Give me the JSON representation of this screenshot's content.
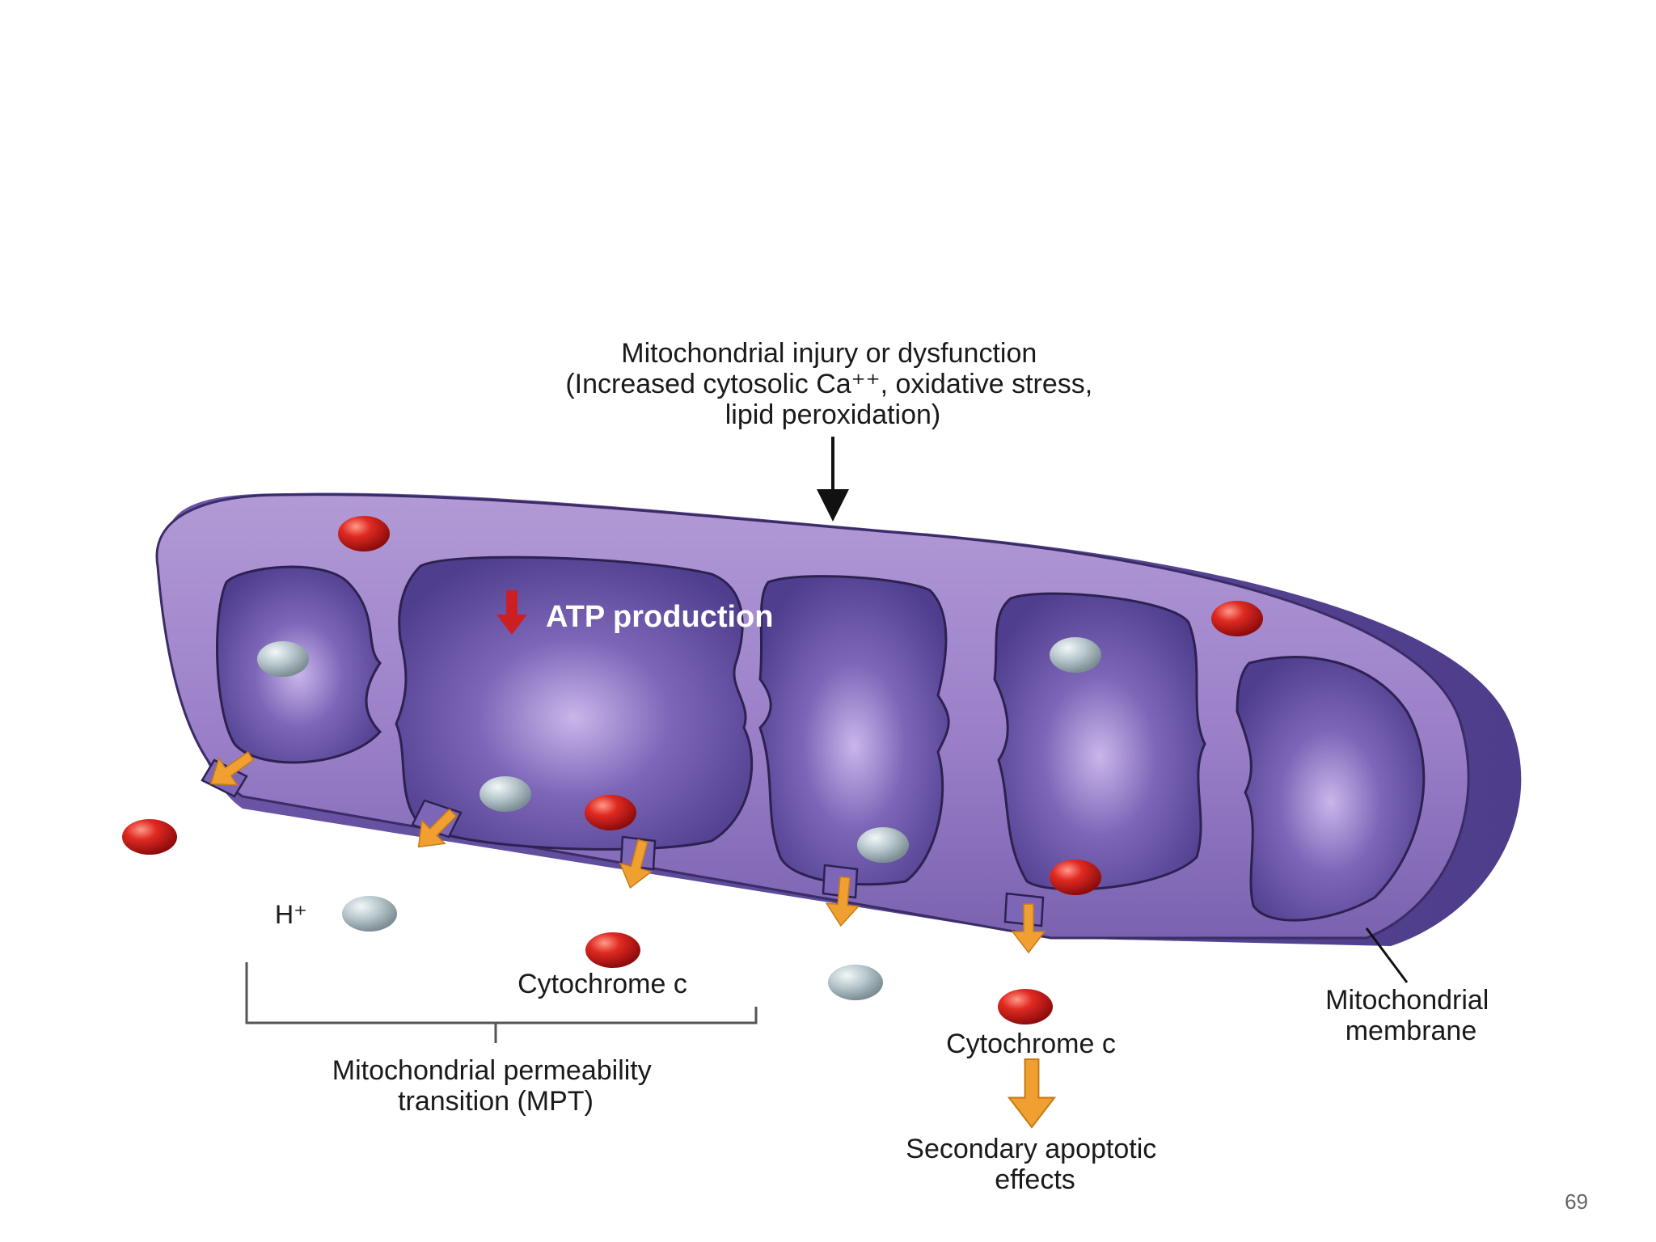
{
  "slide": {
    "page_number": "69"
  },
  "diagram": {
    "top_label": [
      "Mitochondrial injury or dysfunction",
      "(Increased cytosolic Ca⁺⁺, oxidative stress,",
      "lipid peroxidation)"
    ],
    "atp_label": "ATP production",
    "h_plus_label": "H⁺",
    "cytochrome_label_left": "Cytochrome c",
    "cytochrome_label_right": "Cytochrome c",
    "mpt_label": [
      "Mitochondrial permeability",
      "transition (MPT)"
    ],
    "membrane_label": [
      "Mitochondrial",
      "membrane"
    ],
    "secondary_label": [
      "Secondary apoptotic",
      "effects"
    ]
  },
  "colors": {
    "outer_membrane": "#9a7fc8",
    "inner_matrix": "#5e4a9c",
    "cytochrome_c": "#d42020",
    "h_plus_ion": "#b7c7cc",
    "arrow_orange": "#f0a030",
    "atp_down_arrow": "#cc1f24"
  }
}
